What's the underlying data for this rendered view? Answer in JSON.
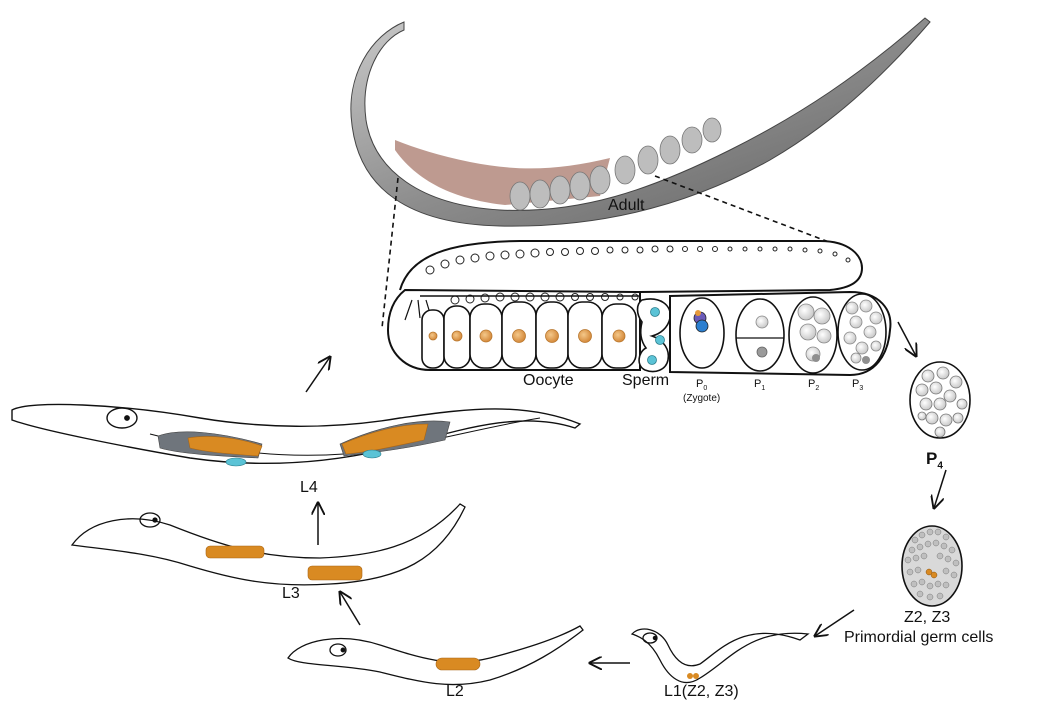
{
  "labels": {
    "adult": "Adult",
    "oocyte": "Oocyte",
    "sperm": "Sperm",
    "p0": "P",
    "p0_sub": "0",
    "zygote": "(Zygote)",
    "p1": "P",
    "p1_sub": "1",
    "p2": "P",
    "p2_sub": "2",
    "p3": "P",
    "p3_sub": "3",
    "p4": "P",
    "p4_sub": "4",
    "z2z3": "Z2, Z3",
    "pgc": "Primordial germ cells",
    "l1": "L1(Z2, Z3)",
    "l2": "L2",
    "l3": "L3",
    "l4": "L4"
  },
  "colors": {
    "germline_orange": "#d98a22",
    "germline_grey": "#6f757c",
    "sperm_cyan": "#5bc3d6",
    "adult_body": "#8e8e8e",
    "adult_gonad": "#a8786b"
  }
}
